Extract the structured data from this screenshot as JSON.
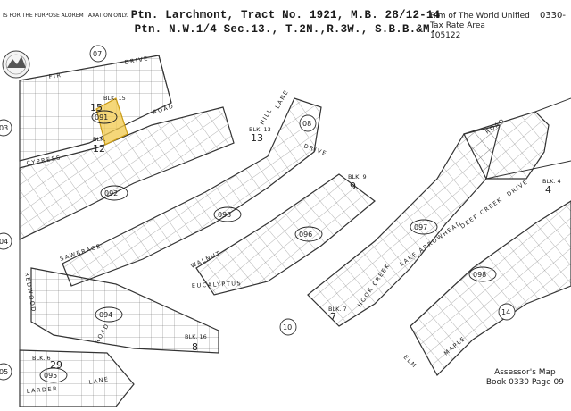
{
  "header": {
    "title_line1": "Ptn. Larchmont, Tract No. 1921, M.B. 28/12-14",
    "title_line2": "Ptn. N.W.1/4 Sec.13., T.2N.,R.3W., S.B.B.&M.",
    "purpose_note": "IS FOR THE PURPOSE ALOREM TAXATION ONLY.",
    "tax_rate_area_line1": "Rim of The World Unified",
    "tax_rate_area_line2": "Tax Rate Area",
    "tax_rate_area_code": "105122",
    "map_number": "0330-"
  },
  "footer": {
    "line1": "Assessor's Map",
    "line2": "Book 0330 Page 09"
  },
  "map": {
    "roads": [
      "FIR",
      "DRIVE",
      "CYPRESS",
      "ROAD",
      "SAWBRACE",
      "WALNUT",
      "EUCALYPTUS",
      "REDWOOD",
      "ROAD",
      "LARDER",
      "LANE",
      "HILL",
      "LANE",
      "DRIVE",
      "HOOK CREEK",
      "ROAD",
      "LAKE ARROWHEAD",
      "DEEP CREEK",
      "DRIVE",
      "ELM",
      "MAPLE"
    ],
    "parcel_groups": [
      "091",
      "092",
      "093",
      "094",
      "095",
      "096",
      "097",
      "098"
    ],
    "adjacent_pages": [
      "07",
      "08",
      "03",
      "04",
      "05",
      "10",
      "14"
    ],
    "blocks": [
      "BLK. 15",
      "BLK. 13",
      "BLK. 9",
      "BLK. 7",
      "BLK. 4",
      "BLK. 16",
      "BLK. 6",
      "BLK."
    ],
    "block_numbers": [
      "15",
      "12",
      "8",
      "9",
      "7",
      "13",
      "29",
      "4"
    ],
    "highlight_color": "#f2c94c",
    "line_color": "#3a3a3a"
  }
}
